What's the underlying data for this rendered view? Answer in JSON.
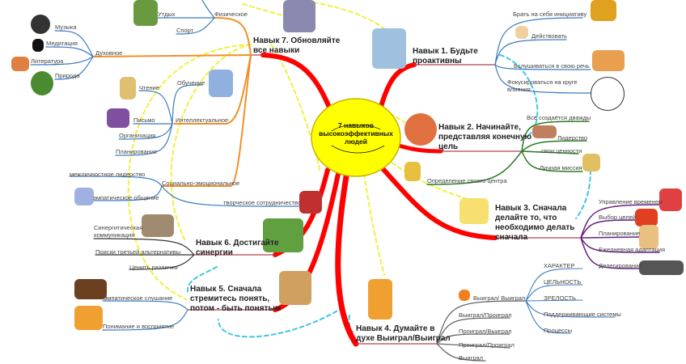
{
  "center": {
    "line1": "7 навыков",
    "line2": "высокоэффективных",
    "line3": "людей"
  },
  "skill7": {
    "title1": "Навык 7. Обновляйте",
    "title2": "все навыки",
    "physical": "Физическое",
    "rest": "Утдых",
    "sport": "Спорт",
    "spiritual": "Духовное",
    "music": "Музыка",
    "meditation": "Медитация",
    "literature": "Литература",
    "nature": "Природа",
    "intellectual": "Интеллектуальное",
    "reading": "Чтение",
    "learning": "Обучение",
    "writing": "Письмо",
    "organization": "Организация",
    "planning": "Планирование",
    "social": "Социально-эмоциональное",
    "leadership": "межличностное лидерство",
    "empathic": "эмпатическое общение",
    "creative": "творческое сотрудничество"
  },
  "skill1": {
    "title1": "Навык 1. Будьте",
    "title2": "проактивны",
    "items": [
      "Брать на себя инициативу",
      "Действовать",
      "Вслушиваться в свою речь",
      "Фокусироваться на круге",
      "влияния"
    ]
  },
  "skill2": {
    "title1": "Навык 2. Начинайте,",
    "title2": "представляя конечную",
    "title3": "цель",
    "items": [
      "Всё создаётся дважды",
      "Лидерство",
      "свои ценности",
      "Личная миссия",
      "Определение своего центра"
    ]
  },
  "skill3": {
    "title1": "Навык 3. Сначала",
    "title2": "делайте то, что",
    "title3": "необходимо делать",
    "title4": "сначала",
    "items": [
      "Управление временем",
      "Выбор целей",
      "Планирование",
      "Ежедневная адаптация",
      "Делегирование"
    ]
  },
  "skill4": {
    "title1": "Навык 4. Думайте в",
    "title2": "духе Выиграл/Выиграл",
    "items": [
      "Выиграл/ Выиграл",
      "Выиграл/Проиграл",
      "Проиграл/Выиграл",
      "Проиграл/Проиграл",
      "Выиграл"
    ],
    "winwin": [
      "ХАРАКТЕР",
      "ЦЕЛЬНОСТЬ",
      "ЗРЕЛОСТЬ",
      "Поддерживающие системы",
      "Процессы"
    ]
  },
  "skill5": {
    "title1": "Навык 5. Сначала",
    "title2": "стремитесь понять,",
    "title3": "потом - быть понятым",
    "items": [
      "Эмпатическое слушание",
      "Понимание и восприятие"
    ]
  },
  "skill6": {
    "title1": "Навык 6. Достигайте",
    "title2": "синергии",
    "items": [
      "Синергитическая",
      "коммуникация",
      "Поиски третьей альтернативы",
      "Ценить различия"
    ]
  },
  "colors": {
    "center": "#ffff00",
    "main": "#ff0000",
    "orange": "#f0902a",
    "blue": "#3a7cc0",
    "green": "#2a7a20",
    "purple": "#6a2080",
    "gray": "#666666",
    "dashYellow": "#f0f040",
    "dashCyan": "#40c8e0"
  }
}
